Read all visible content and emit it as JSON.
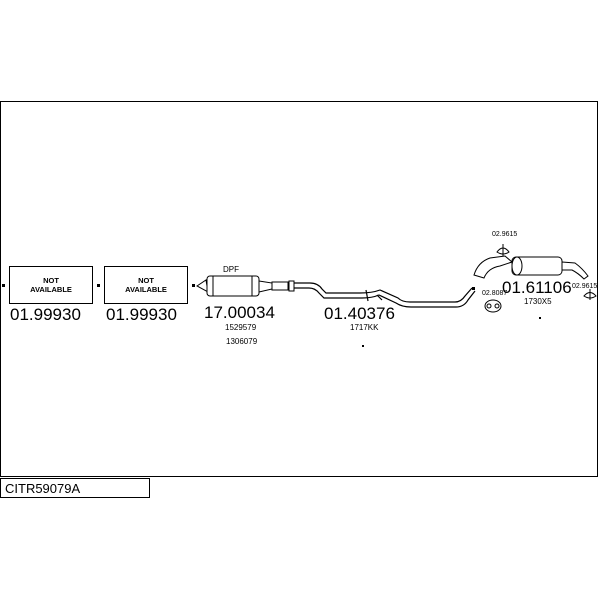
{
  "title": "CITR59079A",
  "parts": [
    {
      "id": "p1",
      "box_lines": [
        "NOT",
        "AVAILABLE"
      ],
      "number": "01.99930"
    },
    {
      "id": "p2",
      "box_lines": [
        "NOT",
        "AVAILABLE"
      ],
      "number": "01.99930"
    },
    {
      "id": "p3",
      "label": "DPF",
      "number": "17.00034",
      "refs": [
        "1529579",
        "1306079"
      ]
    },
    {
      "id": "p4",
      "number": "01.40376",
      "refs": [
        "1717KK"
      ]
    },
    {
      "id": "p5",
      "number": "01.61106",
      "refs": [
        "1730X5"
      ]
    }
  ],
  "fittings": [
    {
      "id": "f1",
      "number": "02.9615"
    },
    {
      "id": "f2",
      "number": "02.8087"
    },
    {
      "id": "f3",
      "number": "02.9615"
    }
  ]
}
